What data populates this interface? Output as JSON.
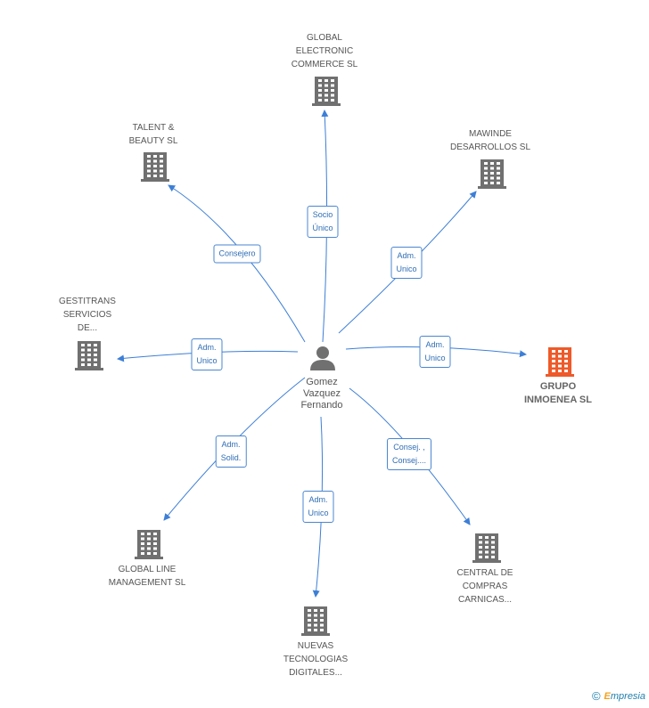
{
  "person": {
    "label": "Gomez\nVazquez\nFernando",
    "icon": "person-icon"
  },
  "companies": [
    {
      "id": "global-electronic",
      "label": "GLOBAL\nELECTRONIC\nCOMMERCE SL",
      "icon": "building-icon",
      "highlight": false
    },
    {
      "id": "talent-beauty",
      "label": "TALENT &\nBEAUTY SL",
      "icon": "building-icon",
      "highlight": false
    },
    {
      "id": "mawinde",
      "label": "MAWINDE\nDESARROLLOS SL",
      "icon": "building-icon",
      "highlight": false
    },
    {
      "id": "gestitrans",
      "label": "GESTITRANS\nSERVICIOS\nDE...",
      "icon": "building-icon",
      "highlight": false
    },
    {
      "id": "grupo-inmoenea",
      "label": "GRUPO\nINMOENEA SL",
      "icon": "building-icon",
      "highlight": true
    },
    {
      "id": "global-line",
      "label": "GLOBAL LINE\nMANAGEMENT SL",
      "icon": "building-icon",
      "highlight": false
    },
    {
      "id": "nuevas-tecnologias",
      "label": "NUEVAS\nTECNOLOGIAS\nDIGITALES...",
      "icon": "building-icon",
      "highlight": false
    },
    {
      "id": "central-compras",
      "label": "CENTRAL DE\nCOMPRAS\nCARNICAS...",
      "icon": "building-icon",
      "highlight": false
    }
  ],
  "edges": [
    {
      "to": "global-electronic",
      "label": "Socio\nÚnico"
    },
    {
      "to": "talent-beauty",
      "label": "Consejero"
    },
    {
      "to": "mawinde",
      "label": "Adm.\nUnico"
    },
    {
      "to": "gestitrans",
      "label": "Adm.\nUnico"
    },
    {
      "to": "grupo-inmoenea",
      "label": "Adm.\nUnico"
    },
    {
      "to": "global-line",
      "label": "Adm.\nSolid."
    },
    {
      "to": "nuevas-tecnologias",
      "label": "Adm.\nUnico"
    },
    {
      "to": "central-compras",
      "label": "Consej. ,\nConsej...."
    }
  ],
  "colors": {
    "edge": "#3d7fd6",
    "building": "#707070",
    "building_highlight": "#ee5a2a",
    "person": "#707070"
  },
  "footer": {
    "copyright": "©",
    "brand_initial": "E",
    "brand_rest": "mpresia"
  }
}
